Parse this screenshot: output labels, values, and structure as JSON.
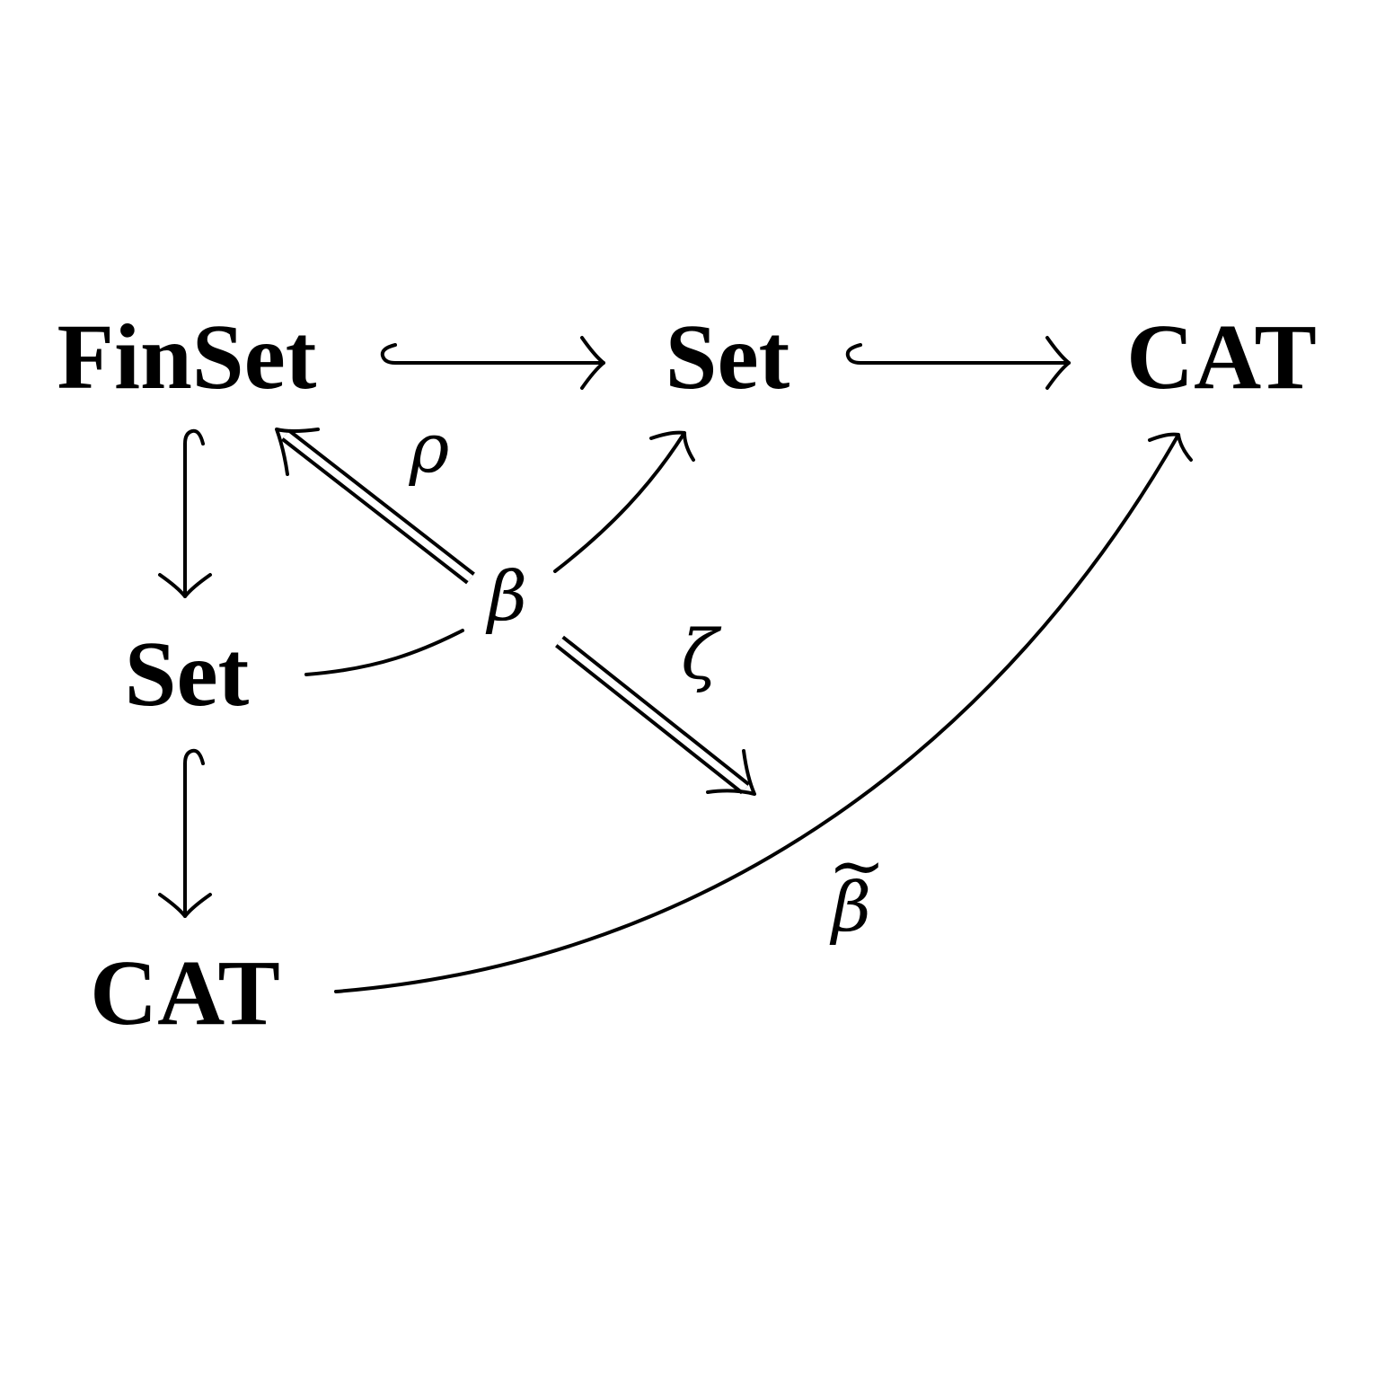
{
  "nodes": {
    "finset": "FinSet",
    "set_top": "Set",
    "cat_top": "CAT",
    "set_left": "Set",
    "cat_bottom": "CAT"
  },
  "labels": {
    "rho": "ρ",
    "beta": "β",
    "zeta": "ζ",
    "beta_tilde": "β",
    "tilde_mark": "~"
  },
  "colors": {
    "ink": "#000000",
    "background": "#ffffff"
  }
}
